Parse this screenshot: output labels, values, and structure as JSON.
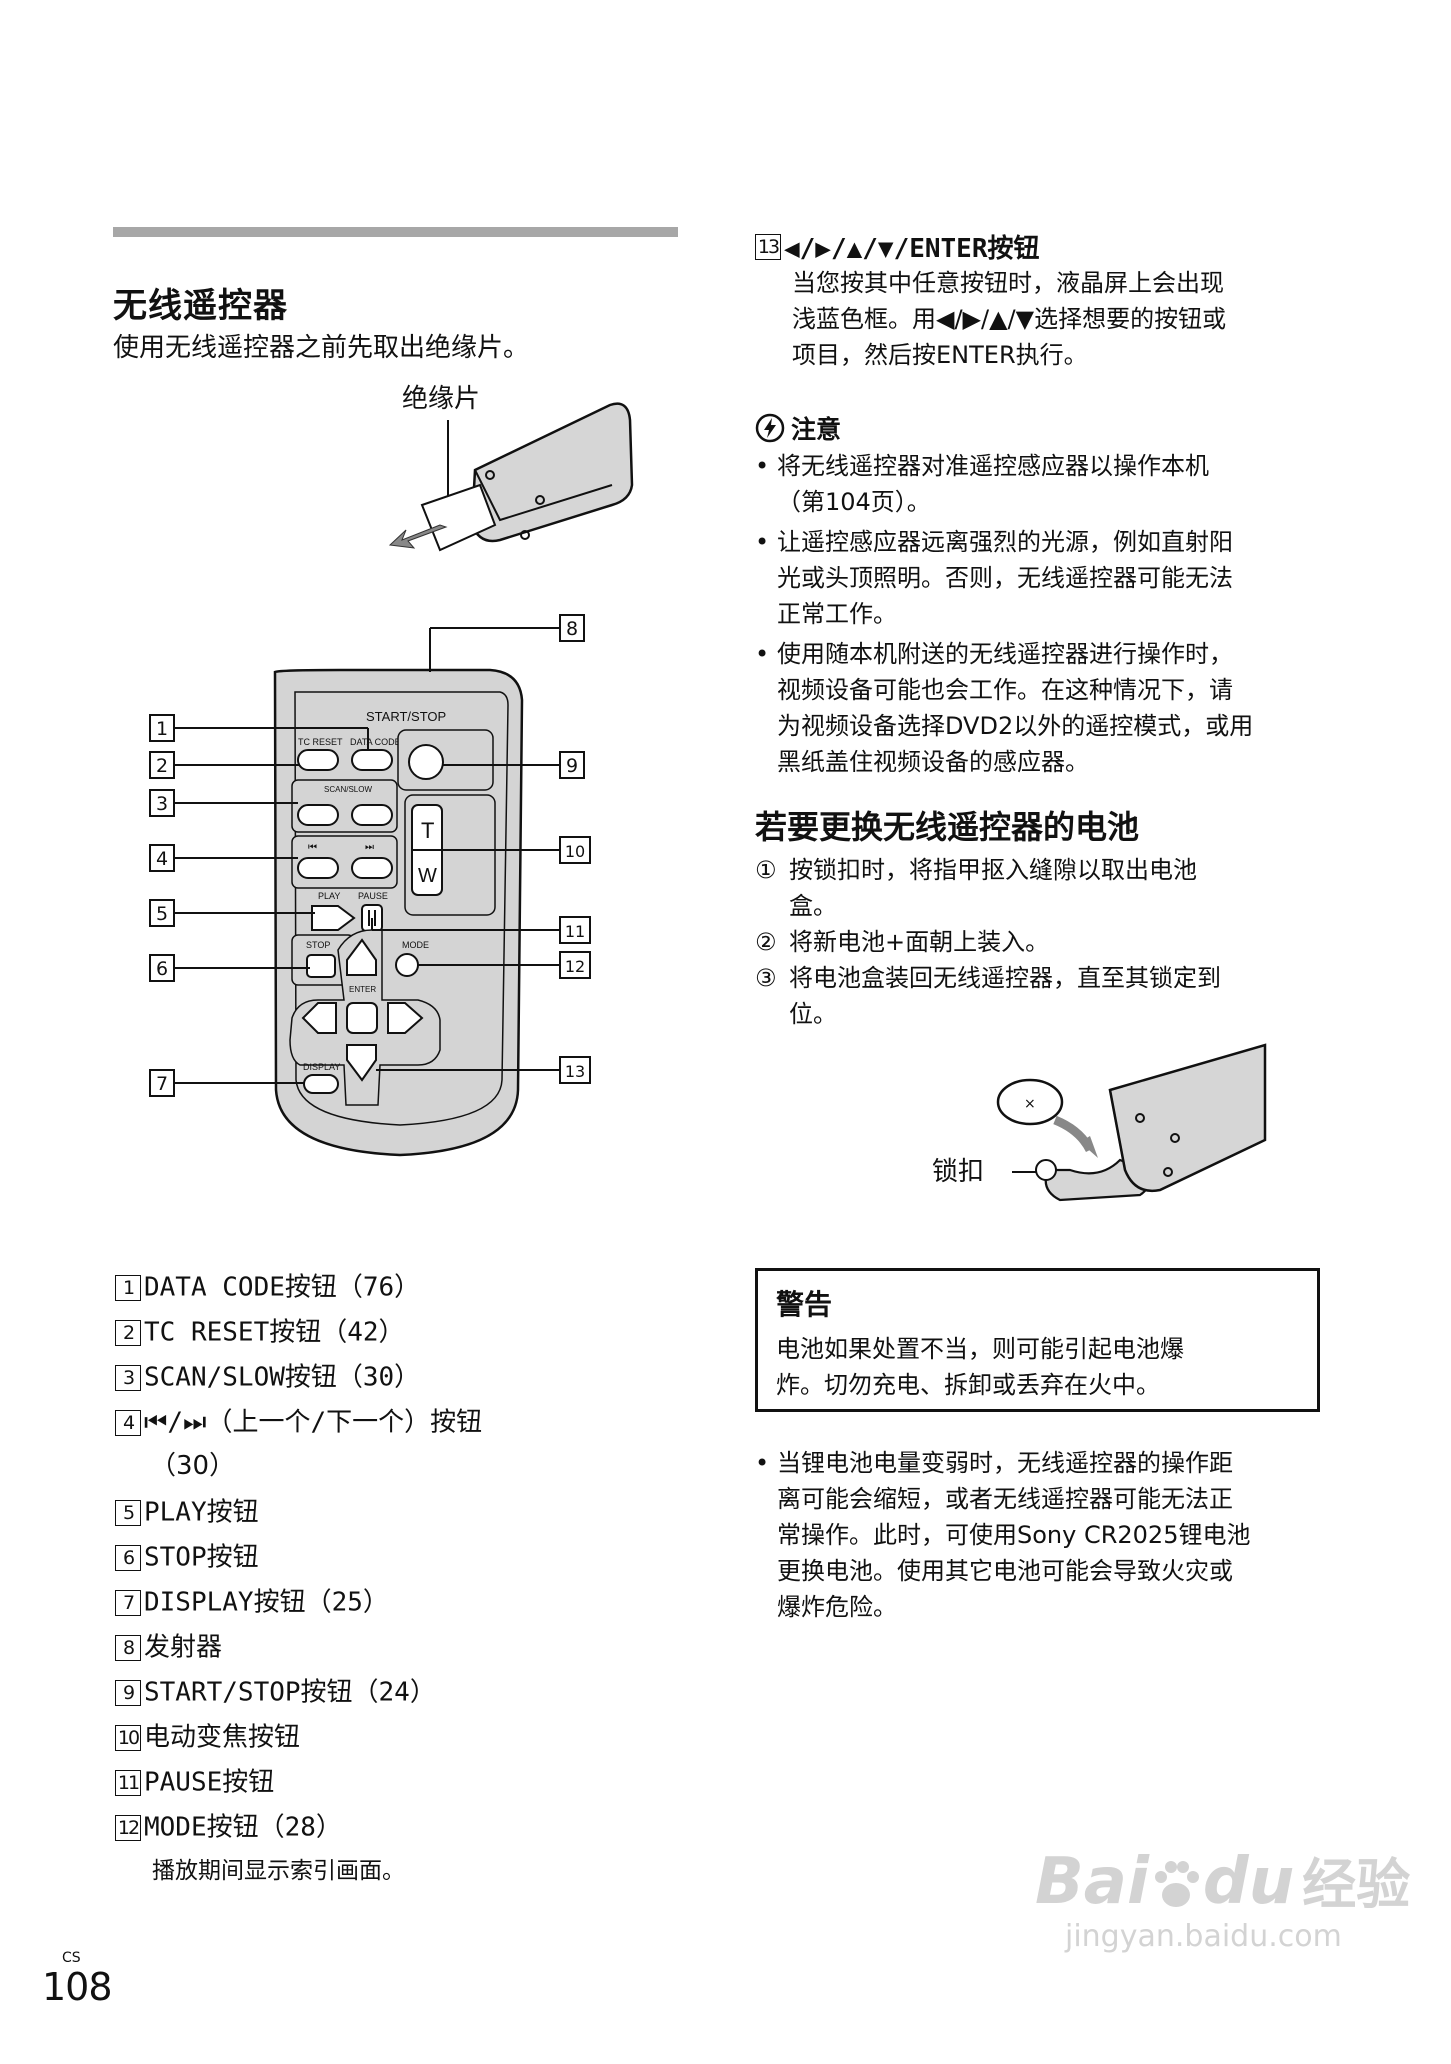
{
  "section": {
    "title": "无线遥控器",
    "intro": "使用无线遥控器之前先取出绝缘片。",
    "insulation_label": "绝缘片"
  },
  "remote": {
    "labels": {
      "start_stop": "START/STOP",
      "tc_reset": "TC RESET",
      "data_code": "DATA CODE",
      "scan_slow": "SCAN/SLOW",
      "play": "PLAY",
      "pause": "PAUSE",
      "stop": "STOP",
      "mode": "MODE",
      "enter": "ENTER",
      "display": "DISPLAY",
      "zoom_t": "T",
      "zoom_w": "W"
    },
    "callouts": [
      "1",
      "2",
      "3",
      "4",
      "5",
      "6",
      "7",
      "8",
      "9",
      "10",
      "11",
      "12",
      "13"
    ]
  },
  "button_list": [
    {
      "num": "1",
      "text": "DATA CODE按钮（76）"
    },
    {
      "num": "2",
      "text": "TC RESET按钮（42）"
    },
    {
      "num": "3",
      "text": "SCAN/SLOW按钮（30）"
    },
    {
      "num": "4",
      "text": "⏮/⏭（上一个/下一个）按钮",
      "cont": "（30）"
    },
    {
      "num": "5",
      "text": "PLAY按钮"
    },
    {
      "num": "6",
      "text": "STOP按钮"
    },
    {
      "num": "7",
      "text": "DISPLAY按钮（25）"
    },
    {
      "num": "8",
      "text": "发射器"
    },
    {
      "num": "9",
      "text": "START/STOP按钮（24）"
    },
    {
      "num": "10",
      "text": "电动变焦按钮"
    },
    {
      "num": "11",
      "text": "PAUSE按钮"
    },
    {
      "num": "12",
      "text": "MODE按钮（28）",
      "sub": "播放期间显示索引画面。"
    }
  ],
  "item13": {
    "num": "13",
    "title": "◀/▶/▲/▼/ENTER按钮",
    "lines": [
      "当您按其中任意按钮时，液晶屏上会出现",
      "浅蓝色框。用◀/▶/▲/▼选择想要的按钮或",
      "项目，然后按ENTER执行。"
    ]
  },
  "notes": {
    "heading": "注意",
    "items": [
      [
        "将无线遥控器对准遥控感应器以操作本机",
        "（第104页）。"
      ],
      [
        "让遥控感应器远离强烈的光源，例如直射阳",
        "光或头顶照明。否则，无线遥控器可能无法",
        "正常工作。"
      ],
      [
        "使用随本机附送的无线遥控器进行操作时，",
        "视频设备可能也会工作。在这种情况下，请",
        "为视频设备选择DVD2以外的遥控模式，或用",
        "黑纸盖住视频设备的感应器。"
      ]
    ]
  },
  "battery": {
    "title": "若要更换无线遥控器的电池",
    "steps": [
      {
        "mark": "①",
        "lines": [
          "按锁扣时，将指甲抠入缝隙以取出电池",
          "盒。"
        ]
      },
      {
        "mark": "②",
        "lines": [
          "将新电池+面朝上装入。"
        ]
      },
      {
        "mark": "③",
        "lines": [
          "将电池盒装回无线遥控器，直至其锁定到",
          "位。"
        ]
      }
    ],
    "lock_label": "锁扣"
  },
  "warning": {
    "title": "警告",
    "lines": [
      "电池如果处置不当，则可能引起电池爆",
      "炸。切勿充电、拆卸或丢弃在火中。"
    ]
  },
  "lithium_note": [
    "当锂电池电量变弱时，无线遥控器的操作距",
    "离可能会缩短，或者无线遥控器可能无法正",
    "常操作。此时，可使用Sony CR2025锂电池",
    "更换电池。使用其它电池可能会导致火灾或",
    "爆炸危险。"
  ],
  "footer": {
    "lang": "CS",
    "page": "108"
  },
  "watermark": {
    "brand": "Bai",
    "brand2": "du",
    "cn": "经验",
    "url": "jingyan.baidu.com"
  }
}
